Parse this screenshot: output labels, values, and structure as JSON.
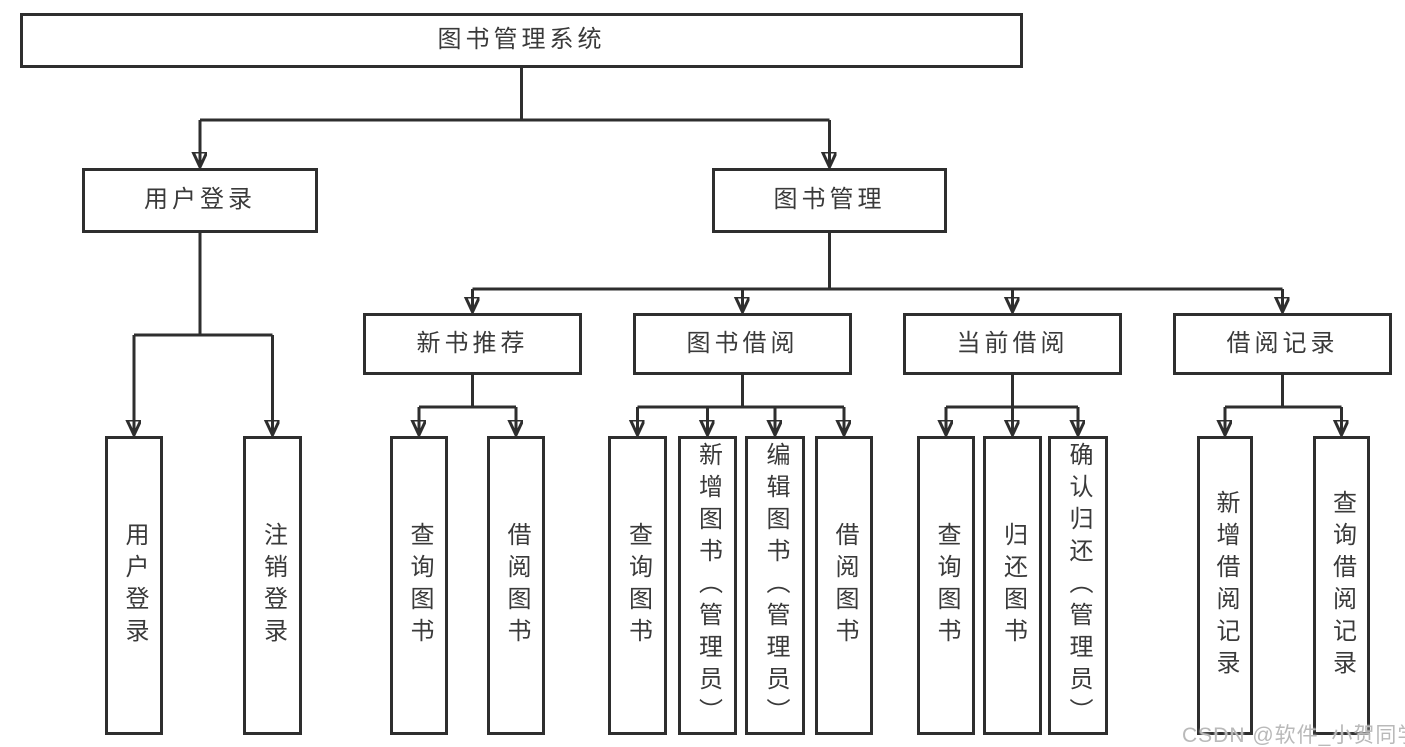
{
  "colors": {
    "line": "#2e2e2e",
    "box_border": "#2e2e2e",
    "box_background": "#ffffff",
    "text": "#3a3a3a",
    "watermark": "#b9b9b9"
  },
  "tree": {
    "root": "图书管理系统",
    "branches": [
      {
        "label": "用户登录",
        "children": [
          "用户登录",
          "注销登录"
        ]
      },
      {
        "label": "图书管理",
        "sections": [
          {
            "label": "新书推荐",
            "children": [
              "查询图书",
              "借阅图书"
            ]
          },
          {
            "label": "图书借阅",
            "children": [
              "查询图书",
              "新增图书（管理员）",
              "编辑图书（管理员）",
              "借阅图书"
            ]
          },
          {
            "label": "当前借阅",
            "children": [
              "查询图书",
              "归还图书",
              "确认归还（管理员）"
            ]
          },
          {
            "label": "借阅记录",
            "children": [
              "新增借阅记录",
              "查询借阅记录"
            ]
          }
        ]
      }
    ]
  },
  "watermark": "CSDN @软件_小贺同学"
}
